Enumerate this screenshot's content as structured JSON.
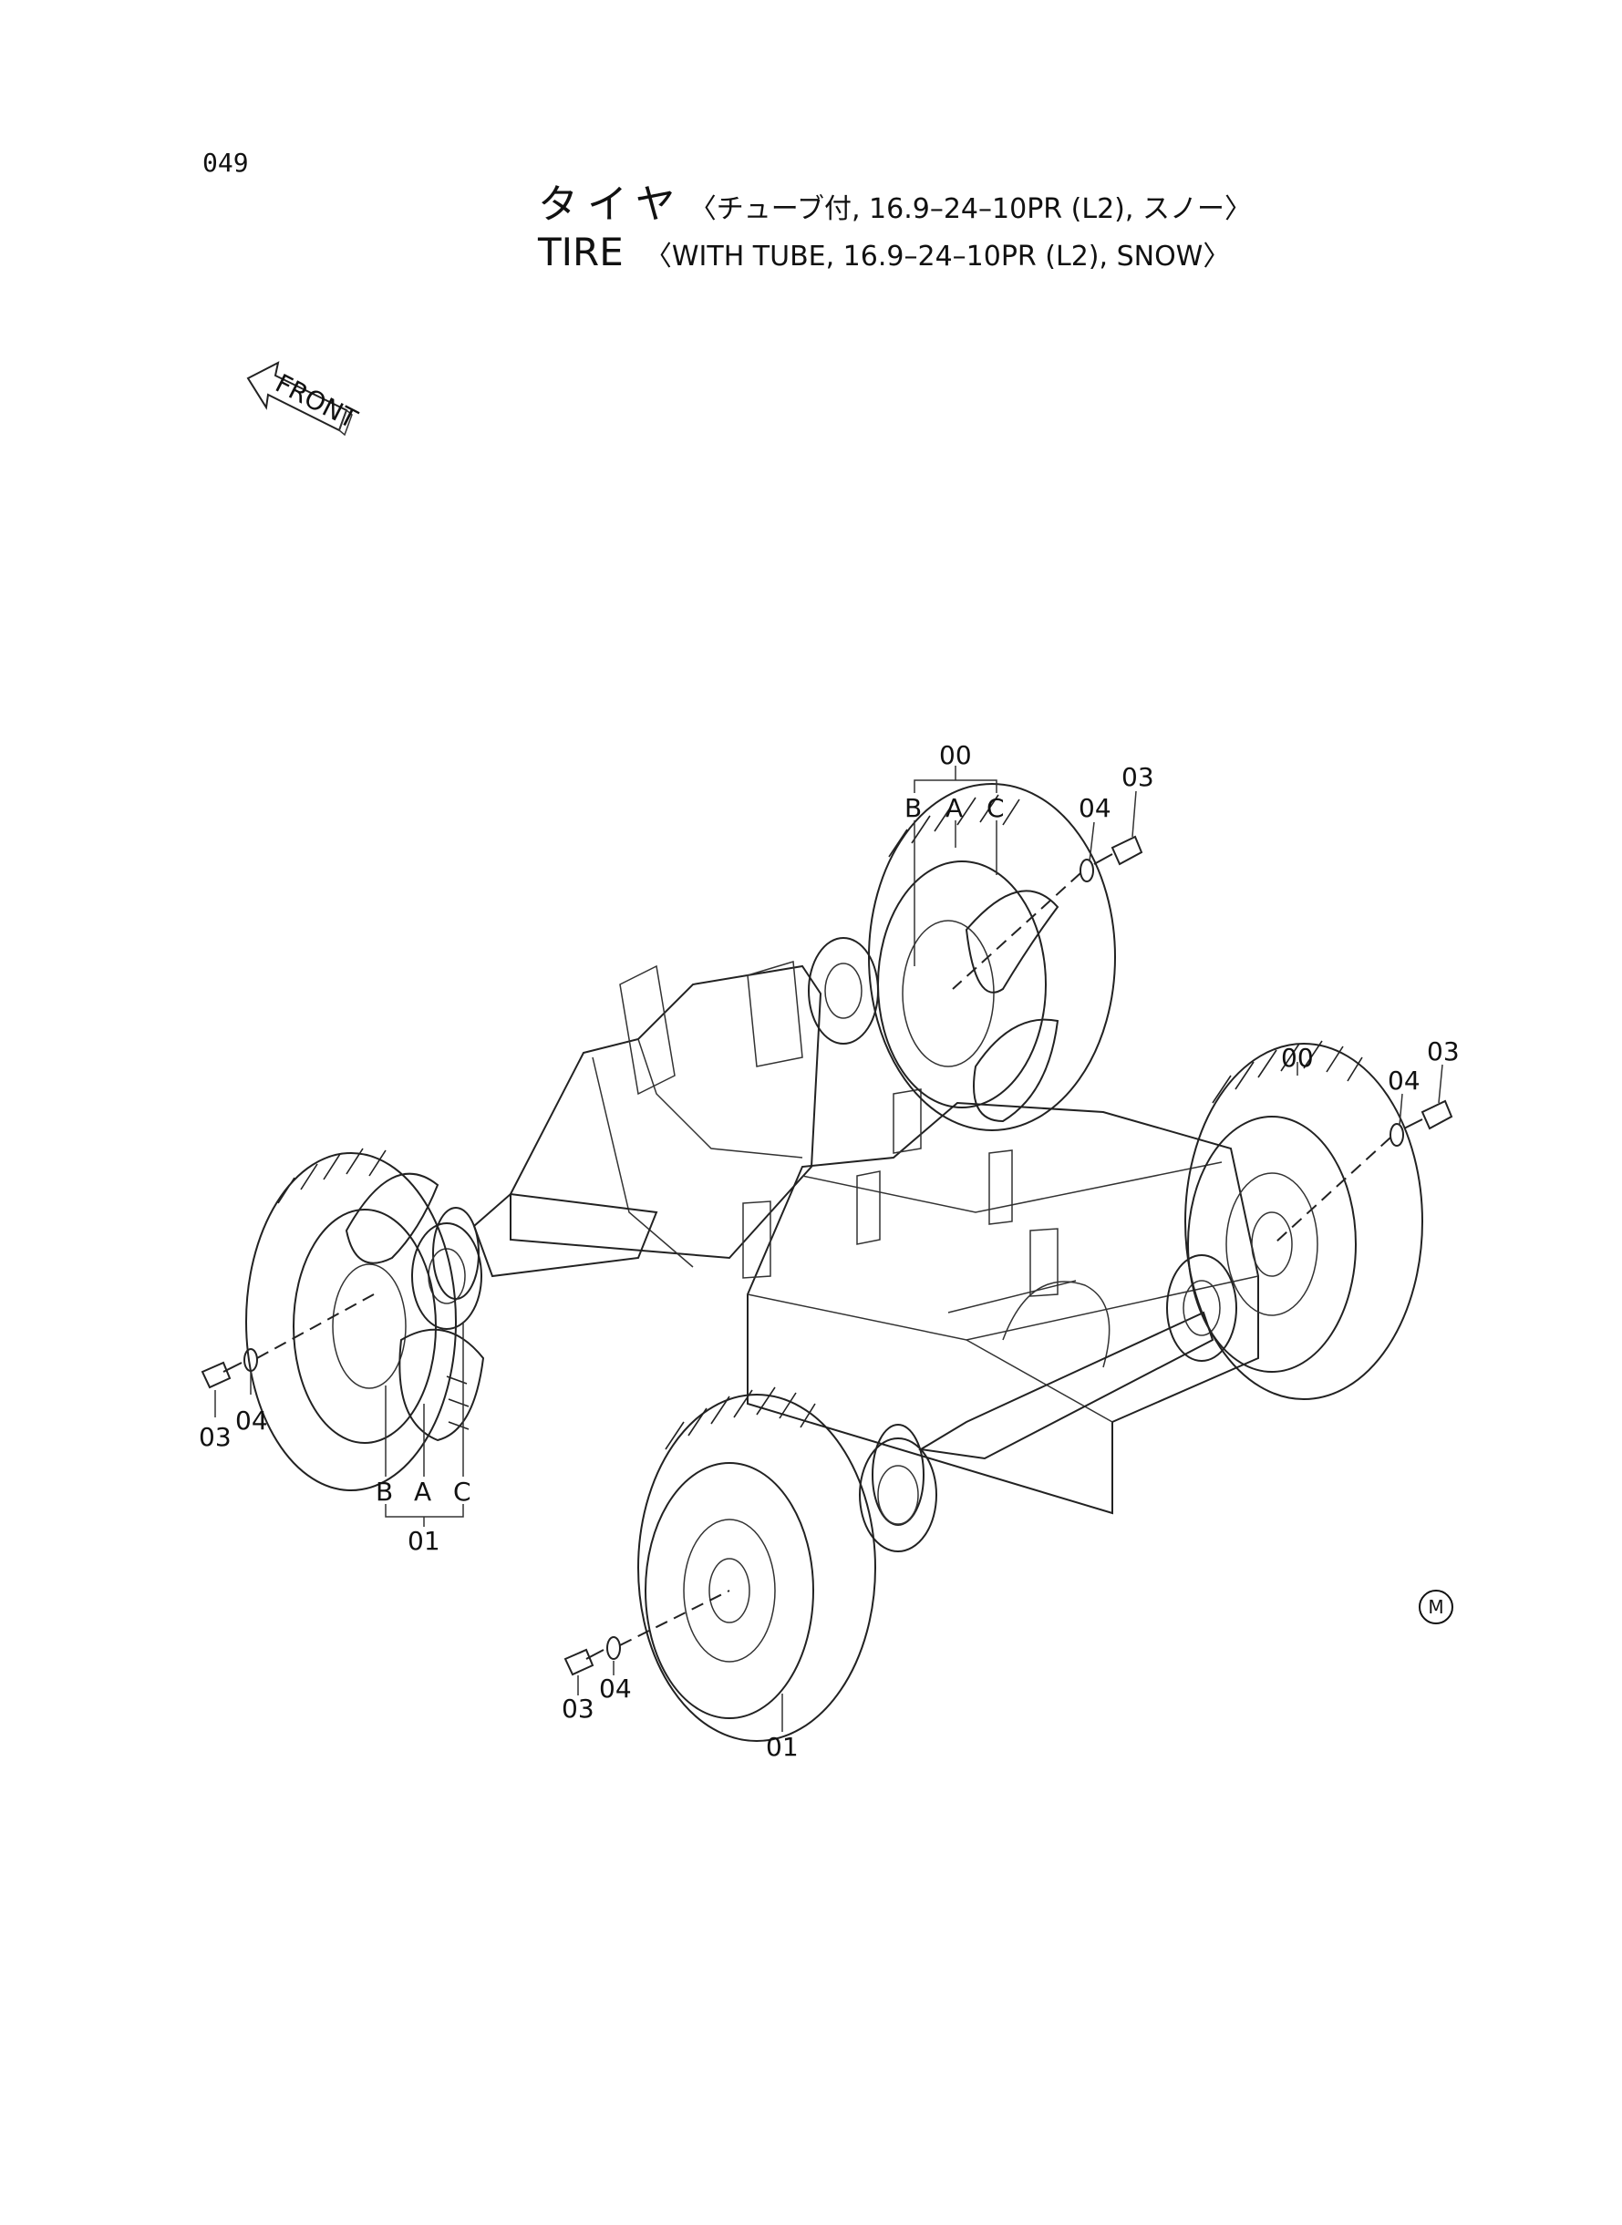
{
  "page_number": "049",
  "title_jp": {
    "main": "タイヤ",
    "sub": "〈チューブ付, 16.9–24–10PR (L2), スノー〉"
  },
  "title_en": {
    "main": "TIRE",
    "sub": "〈WITH TUBE, 16.9–24–10PR (L2), SNOW〉"
  },
  "front_arrow_label": "FRONT",
  "callouts": {
    "rear_tire_assy": "00",
    "front_tire_assy": "01",
    "bolt": "03",
    "washer": "04",
    "tire": "A",
    "wheel": "B",
    "tube": "C"
  },
  "corner_mark": "M",
  "colors": {
    "ink": "#111111",
    "paper": "#ffffff"
  }
}
